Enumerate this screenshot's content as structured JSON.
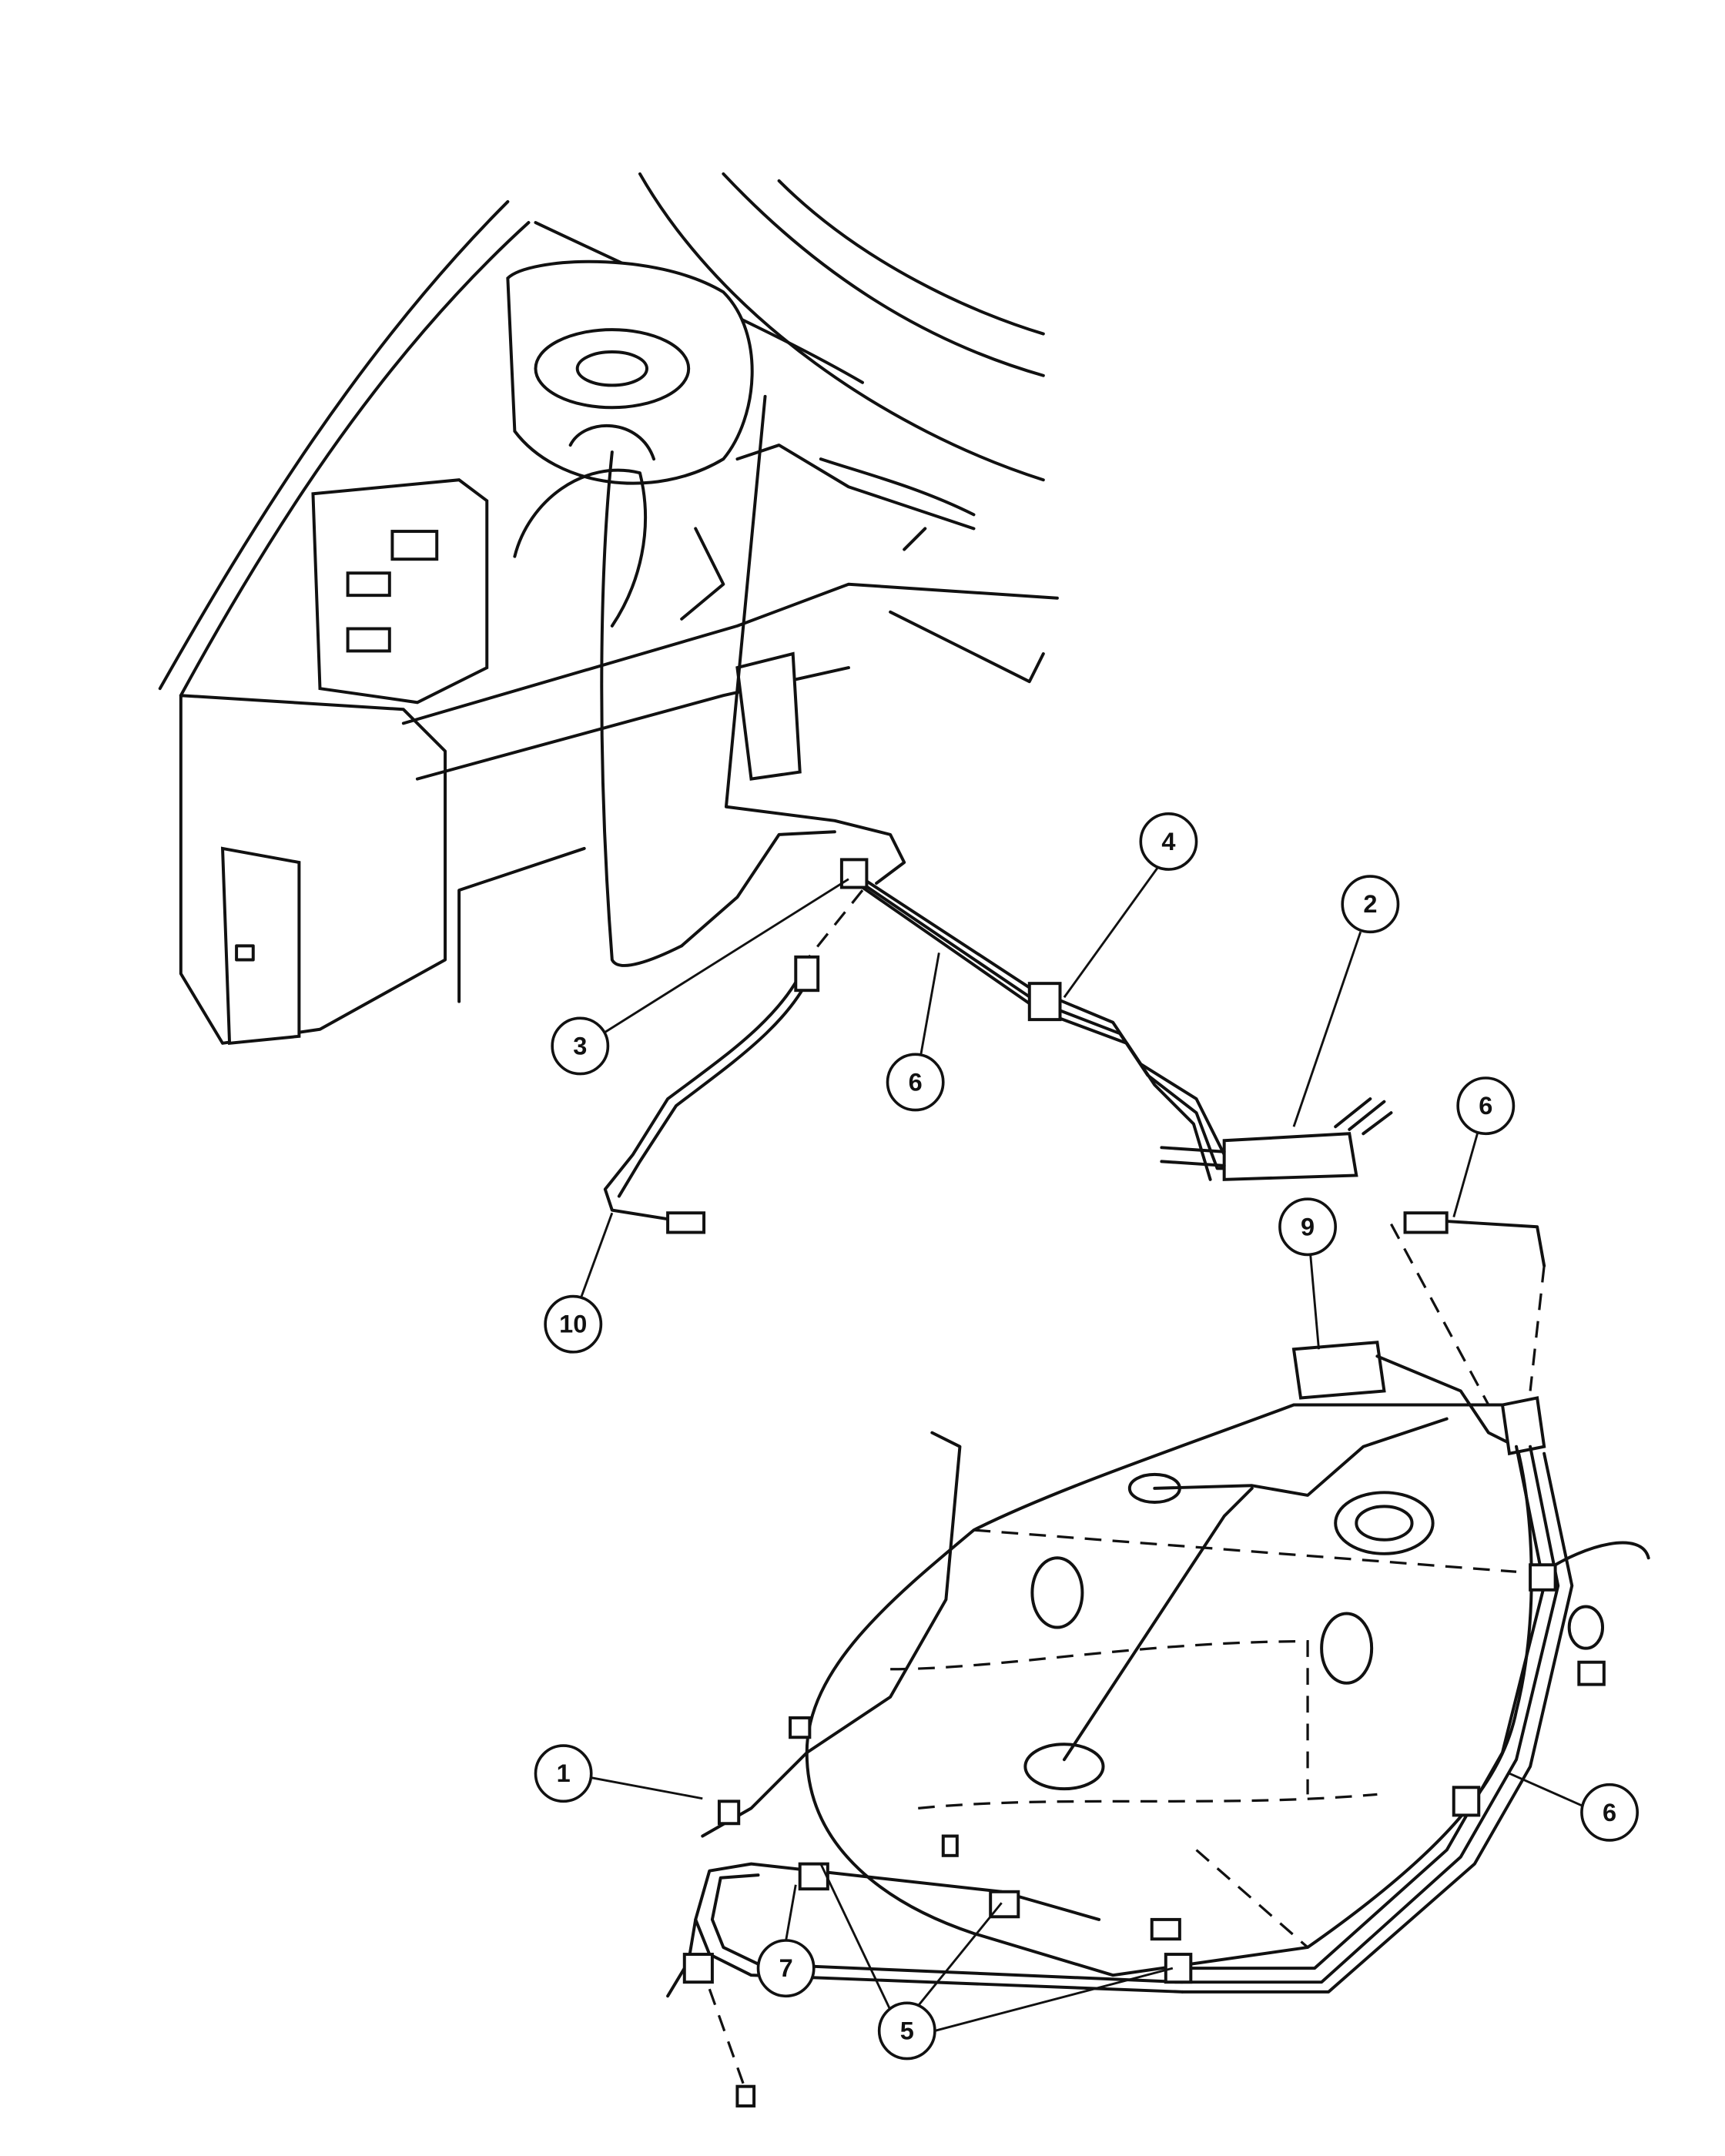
{
  "callouts": [
    {
      "id": "c1",
      "label": "1"
    },
    {
      "id": "c2",
      "label": "2"
    },
    {
      "id": "c3",
      "label": "3"
    },
    {
      "id": "c4",
      "label": "4"
    },
    {
      "id": "c6a",
      "label": "6"
    },
    {
      "id": "c6b",
      "label": "6"
    },
    {
      "id": "c6c",
      "label": "6"
    },
    {
      "id": "c9",
      "label": "9"
    },
    {
      "id": "c10",
      "label": "10"
    },
    {
      "id": "c7",
      "label": "7"
    },
    {
      "id": "c5",
      "label": "5"
    }
  ]
}
